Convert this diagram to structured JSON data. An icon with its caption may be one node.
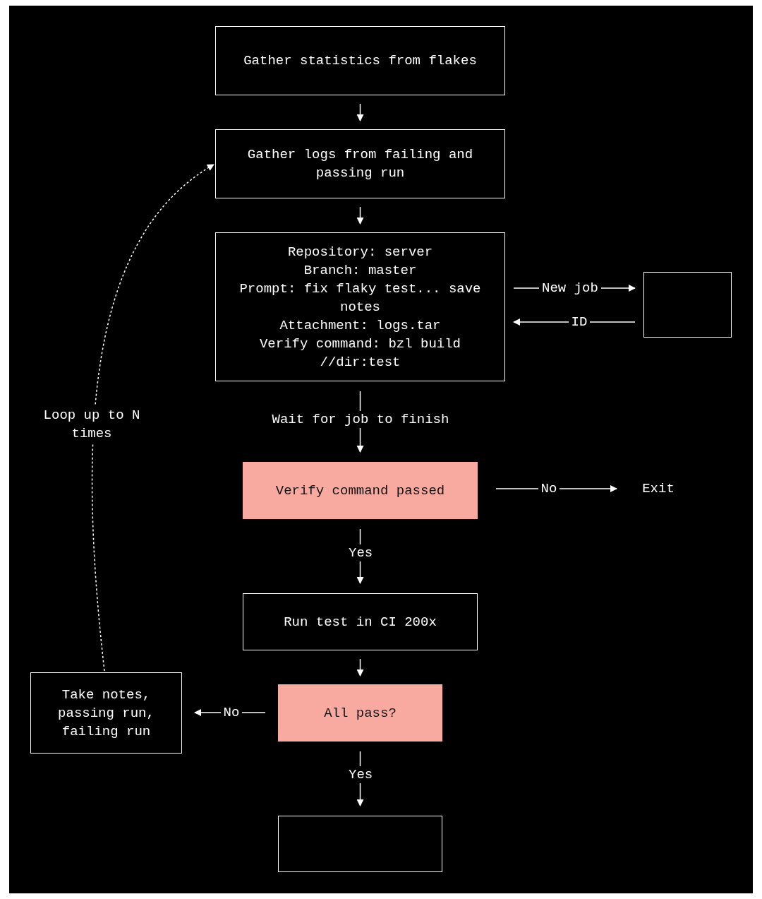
{
  "diagram": {
    "nodes": [
      {
        "text": [
          "Gather statistics from flakes"
        ]
      },
      {
        "text": [
          "Gather logs from failing and passing run"
        ]
      },
      {
        "text": [
          "Repository: server",
          "Branch: master",
          "Prompt: fix flaky test... save notes",
          "Attachment: logs.tar",
          "Verify command: bzl build //dir:test"
        ]
      },
      {
        "text": [],
        "shape": "box"
      },
      {
        "text": [
          "Verify command passed"
        ]
      },
      {
        "text": [
          "Exit"
        ]
      },
      {
        "text": [
          "Run test in CI 200x"
        ]
      },
      {
        "text": [
          "All pass?"
        ]
      },
      {
        "text": [
          "Take notes, passing run, failing run"
        ]
      },
      {
        "text": [],
        "shape": "box"
      }
    ],
    "edges": [
      {
        "from": 0,
        "to": 1,
        "arrow": "to"
      },
      {
        "from": 1,
        "to": 2,
        "arrow": "to"
      },
      {
        "from": 2,
        "to": 3,
        "label": "New job",
        "arrow": "to"
      },
      {
        "from": 3,
        "to": 2,
        "label": "ID",
        "arrow": "to"
      },
      {
        "from": 2,
        "to": 4,
        "label": "Wait for job to finish",
        "arrow": "to"
      },
      {
        "from": 4,
        "to": 5,
        "label": "No",
        "arrow": "to"
      },
      {
        "from": 4,
        "to": 6,
        "label": "Yes",
        "arrow": "to"
      },
      {
        "from": 6,
        "to": 7,
        "arrow": "to"
      },
      {
        "from": 7,
        "to": 8,
        "label": "No",
        "arrow": "to"
      },
      {
        "from": 7,
        "to": 9,
        "label": "Yes",
        "arrow": "to"
      },
      {
        "from": 8,
        "to": 1,
        "label": "Loop up to N times",
        "arrow": "to",
        "style": "dashed"
      }
    ]
  }
}
